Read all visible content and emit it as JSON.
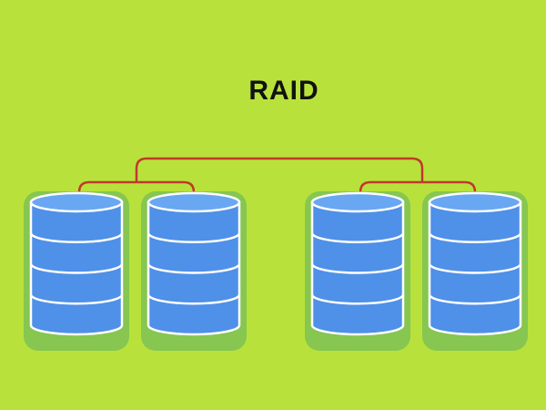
{
  "title": "RAID",
  "colors": {
    "background": "#b8e23b",
    "disk_fill": "#4f90e8",
    "disk_top": "#6aa7f2",
    "disk_stroke": "#ffffff",
    "disk_shadow": "#7cc156",
    "connector": "#c0392b",
    "title": "#111111"
  },
  "diagram": {
    "groups": [
      {
        "disks": 2
      },
      {
        "disks": 2
      }
    ],
    "platters_per_disk": 4
  }
}
